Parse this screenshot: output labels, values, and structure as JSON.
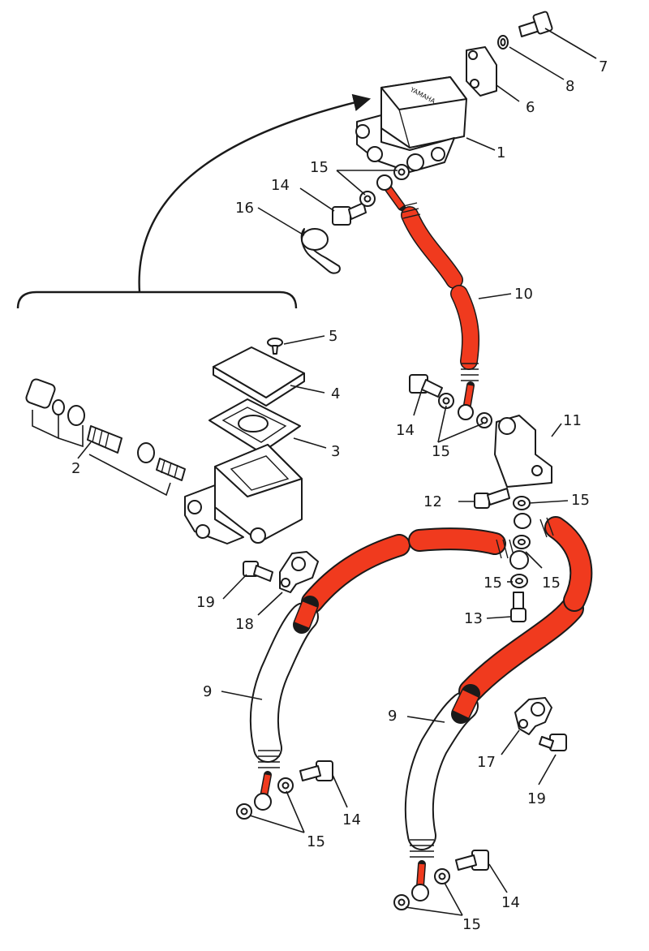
{
  "colors": {
    "hose_highlight": "#f03a1e",
    "ink": "#1a1a1a",
    "paper": "#ffffff",
    "hose_plain": "#ffffff"
  },
  "master_cylinder": {
    "brand_label": "YAMAHA"
  },
  "callouts": {
    "c1": "1",
    "c2": "2",
    "c3": "3",
    "c4": "4",
    "c5": "5",
    "c6": "6",
    "c7": "7",
    "c8": "8",
    "c9a": "9",
    "c9b": "9",
    "c10": "10",
    "c11": "11",
    "c12": "12",
    "c13": "13",
    "c14a": "14",
    "c14b": "14",
    "c14c": "14",
    "c14d": "14",
    "c15a": "15",
    "c15b": "15",
    "c15c": "15",
    "c15d": "15",
    "c15e": "15",
    "c15f": "15",
    "c15g": "15",
    "c16": "16",
    "c17": "17",
    "c18": "18",
    "c19a": "19",
    "c19b": "19"
  }
}
